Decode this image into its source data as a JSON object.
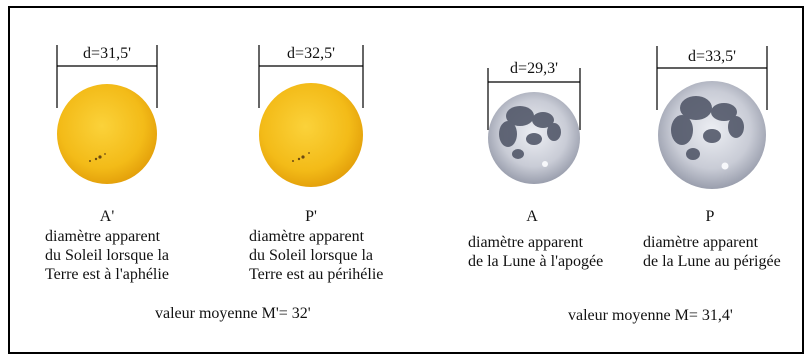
{
  "items": [
    {
      "id": "sun-aphelion",
      "kind": "sun",
      "dimension": "d=31,5'",
      "letter": "A'",
      "caption": [
        "diamètre apparent",
        "du Soleil lorsque la",
        "Terre est à l'aphélie"
      ]
    },
    {
      "id": "sun-perihelion",
      "kind": "sun",
      "dimension": "d=32,5'",
      "letter": "P'",
      "caption": [
        "diamètre apparent",
        "du Soleil lorsque la",
        "Terre est au périhélie"
      ]
    },
    {
      "id": "moon-apogee",
      "kind": "moon",
      "dimension": "d=29,3'",
      "letter": "A",
      "caption": [
        "diamètre apparent",
        "de la Lune à l'apogée"
      ]
    },
    {
      "id": "moon-perigee",
      "kind": "moon",
      "dimension": "d=33,5'",
      "letter": "P",
      "caption": [
        "diamètre apparent",
        "de la Lune au périgée"
      ]
    }
  ],
  "averages": {
    "sun": "valeur moyenne M'= 32'",
    "moon": "valeur moyenne M= 31,4'"
  },
  "colors": {
    "sun_core": "#f7c21a",
    "sun_edge": "#e7a50c",
    "moon_light": "#e4e7ee",
    "moon_dark": "#4b5163"
  }
}
